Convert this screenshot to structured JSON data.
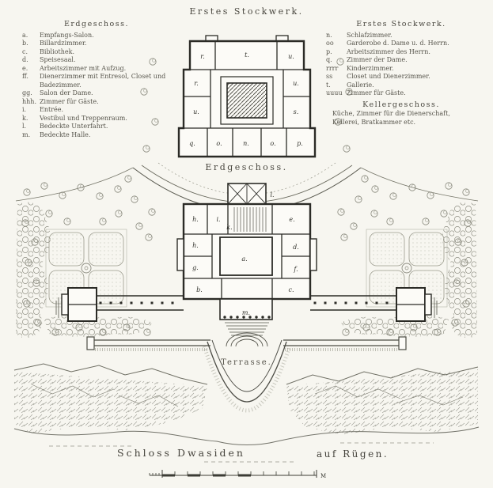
{
  "title_top": "Erstes Stockwerk.",
  "label_erdgeschoss": "Erdgeschoss.",
  "label_terrasse": "Terrasse.",
  "caption": {
    "left": "Schloss Dwasiden",
    "right": "auf Rügen."
  },
  "scale": {
    "end_label": "M"
  },
  "legend_left": {
    "heading": "Erdgeschoss.",
    "items": [
      {
        "key": "a.",
        "label": "Empfangs-Salon."
      },
      {
        "key": "b.",
        "label": "Billardzimmer."
      },
      {
        "key": "c.",
        "label": "Bibliothek."
      },
      {
        "key": "d.",
        "label": "Speisesaal."
      },
      {
        "key": "e.",
        "label": "Arbeitszimmer mit Aufzug."
      },
      {
        "key": "ff.",
        "label": "Dienerzimmer mit Entresol, Closet und Badezimmer."
      },
      {
        "key": "gg.",
        "label": "Salon der Dame."
      },
      {
        "key": "hhh.",
        "label": "Zimmer für Gäste."
      },
      {
        "key": "i.",
        "label": "Entrée."
      },
      {
        "key": "k.",
        "label": "Vestibul und Treppenraum."
      },
      {
        "key": "l.",
        "label": "Bedeckte Unterfahrt."
      },
      {
        "key": "m.",
        "label": "Bedeckte Halle."
      }
    ]
  },
  "legend_right": {
    "heading": "Erstes Stockwerk.",
    "items": [
      {
        "key": "n.",
        "label": "Schlafzimmer."
      },
      {
        "key": "oo",
        "label": "Garderobe d. Dame u. d. Herrn."
      },
      {
        "key": "p.",
        "label": "Arbeitszimmer des Herrn."
      },
      {
        "key": "q.",
        "label": "Zimmer der Dame."
      },
      {
        "key": "rrrr",
        "label": "Kinderzimmer."
      },
      {
        "key": "ss",
        "label": "Closet und Dienerzimmer."
      },
      {
        "key": "t.",
        "label": "Gallerie."
      },
      {
        "key": "uuuu",
        "label": "Zimmer für Gäste."
      }
    ],
    "heading2": "Kellergeschoss.",
    "basement_note": "Küche, Zimmer für die Dienerschaft, Kellerei, Bratkammer etc."
  },
  "rooms": {
    "upper": [
      "r.",
      "t.",
      "u.",
      "r.",
      "u.",
      "u.",
      "s.",
      "q.",
      "o.",
      "n.",
      "o.",
      "p."
    ],
    "lower": [
      "l.",
      "h.",
      "i.",
      "k.",
      "e.",
      "h.",
      "d.",
      "g.",
      "a.",
      "f.",
      "b.",
      "c.",
      "m."
    ]
  }
}
